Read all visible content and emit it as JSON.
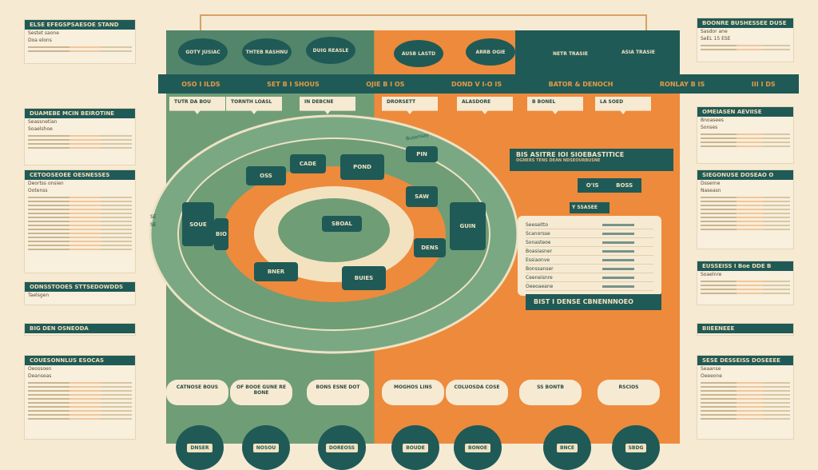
{
  "top_ovals": [
    "GOTY JUSIAC",
    "THTEB RASHNU",
    "DUIG REASLE",
    "AUSB LASTD",
    "ARRB OGIE",
    "NETR TRASIE",
    "ASIA TRASIE"
  ],
  "banner_items": [
    "OSO I ILDS",
    "SET B I SHOUS",
    "OJIE B I OS",
    "DOND V I-O IS",
    "BATOR & DENOCH",
    "RONLAY B IS",
    "III I DS"
  ],
  "tabs": [
    "TUTR DA BOU",
    "TORNTH LOASL",
    "IN DEBCNE",
    "DRORSETT",
    "ALASDORE",
    "B BONEL",
    "LA SOED"
  ],
  "ring": {
    "center": "SBOAL",
    "segs": [
      "OSS",
      "CADE",
      "POND",
      "SAW",
      "GUIN",
      "SOUE",
      "BNER",
      "BUIES",
      "DENS",
      "BIO",
      "SE",
      "SE",
      "PIN"
    ],
    "tag": "Busensay"
  },
  "right_panel": {
    "title": "BIS ASITRE IOI SIOEBASTITICE",
    "subtitle": "OGNERS TENS DEAN NDSEOURBUSNE",
    "pill_left": "O'IS",
    "pill_right": "BOSS",
    "section": "Y SSASEE",
    "rows": [
      "Seeseitto",
      "Scanorsse",
      "Sonasteoe",
      "Boasiasner",
      "Essiaonve",
      "Bonssanser",
      "Ceeneisnre",
      "Oeeoaeane"
    ],
    "footer": "BIST I DENSE CBNENNNOEO"
  },
  "bottom_labels": [
    "CATNOSE BOUS",
    "OF BOOE GUNE RE BONE",
    "BONS ESNE DOT",
    "MOGHOS LINS",
    "COLUOSDA COSE",
    "SS BONTB",
    "RSCIOS"
  ],
  "bottom_circles": [
    "DNSER",
    "NOSOU",
    "DOREOSS",
    "BOUDE",
    "BONOE",
    "BNCE",
    "SBDG"
  ],
  "left_cards": [
    {
      "title": "ELSE EFEGSPSAESOE STAND",
      "lines": [
        "Sestet saone",
        "Doa elons"
      ]
    },
    {
      "title": "DUAMEBE MCIN BEIROTINE",
      "lines": [
        "Seassnetian",
        "Soaelshoe"
      ]
    },
    {
      "title": "CETOOSEOEE OESNESSES",
      "lines": [
        "Deortss onsien",
        "Ootenss"
      ]
    },
    {
      "title": "ODNSSTOOES STTSEDOWDDS",
      "lines": [
        "Taelsgen"
      ]
    },
    {
      "title": "BIG DEN OSNEODA",
      "lines": []
    },
    {
      "title": "COUESONNLUS ESOCAS",
      "lines": [
        "Oeossoen",
        "Deanseas"
      ]
    }
  ],
  "right_cards": [
    {
      "title": "BOONRE BUSHESSEE DUSE",
      "lines": [
        "Sasdor ane",
        "SeEL 15 ESE"
      ]
    },
    {
      "title": "OMEIASEN AEVIISE",
      "lines": [
        "Bnoasees",
        "Sonses"
      ]
    },
    {
      "title": "SIEGONUSE DOSEAO O",
      "lines": [
        "Dsserne",
        "Naseasn"
      ]
    },
    {
      "title": "EUSSEISS I Boe DDE B",
      "lines": [
        "Soaelnre"
      ]
    },
    {
      "title": "BIIEENEEE",
      "lines": []
    },
    {
      "title": "SESE DESSEISS DOSEEEE",
      "lines": [
        "Seaanse",
        "Oeeeone"
      ]
    }
  ],
  "colors": {
    "bg": "#f6ead3",
    "teal": "#1f5a57",
    "green": "#6f9d76",
    "orange": "#ee8a3b"
  }
}
